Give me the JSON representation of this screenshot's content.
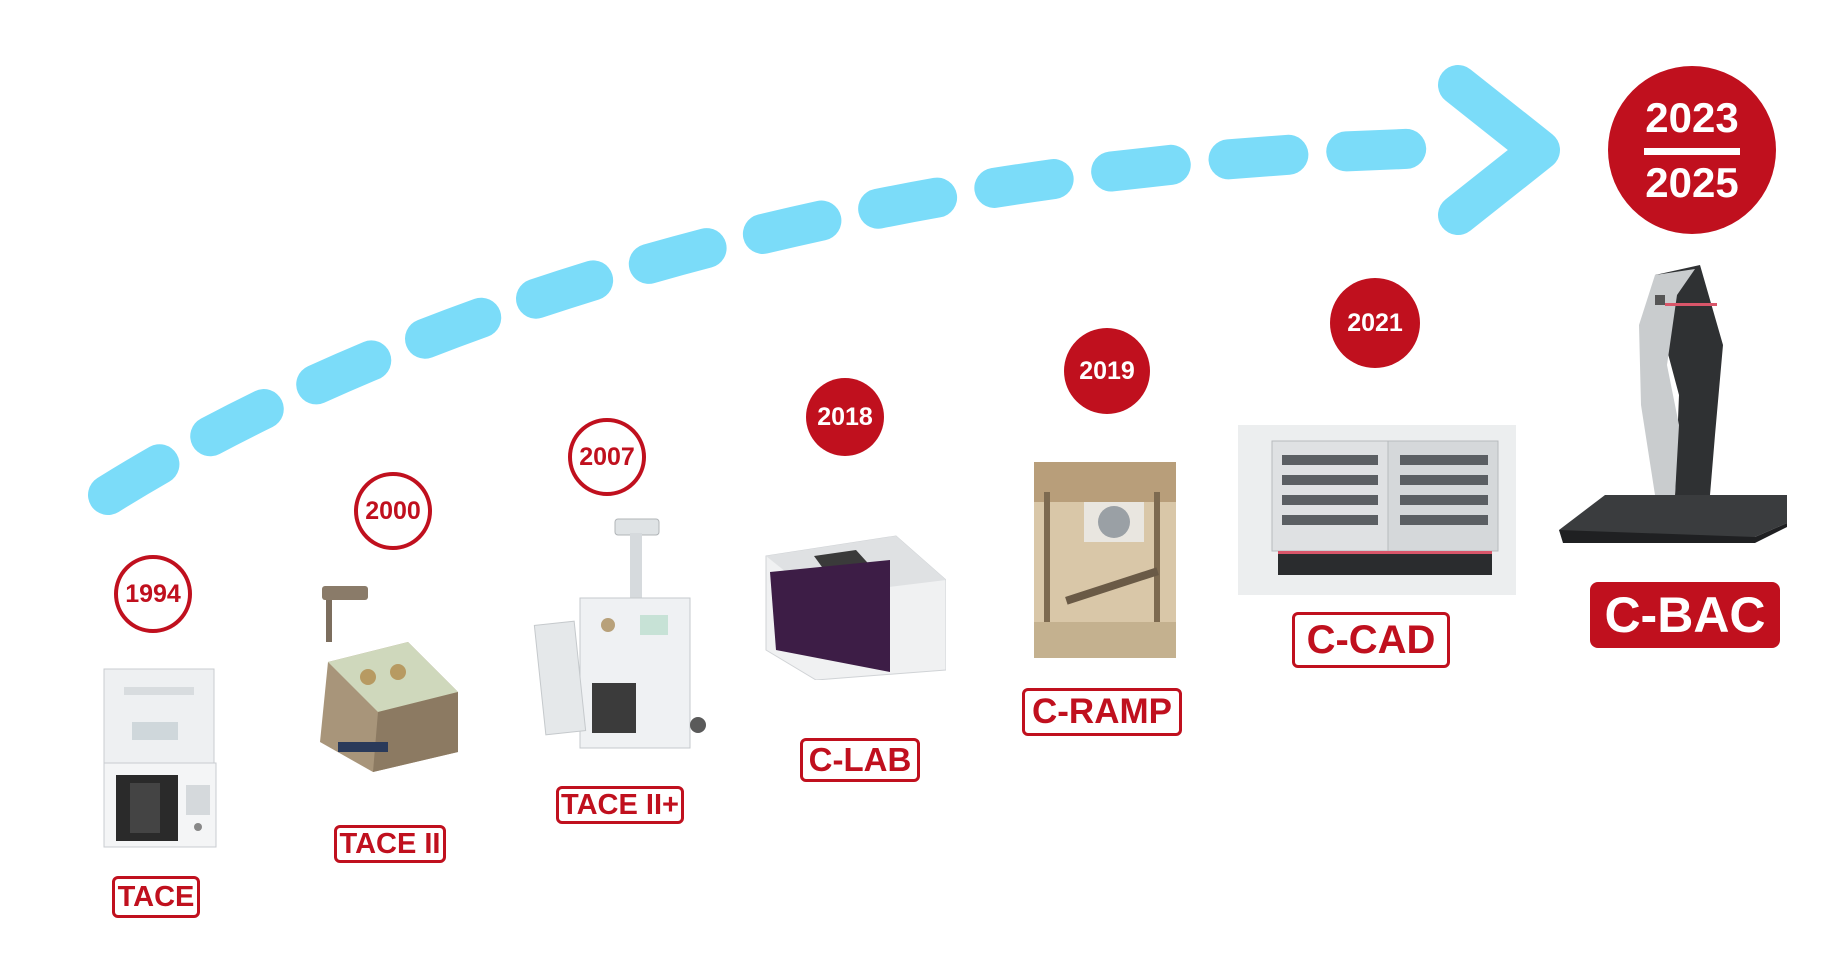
{
  "colors": {
    "brand_red": "#c0101e",
    "arrow_blue": "#7bdcf9"
  },
  "timeline": [
    {
      "year": "1994",
      "name": "TACE",
      "image": "tace-device-photo"
    },
    {
      "year": "2000",
      "name": "TACE II",
      "image": "tace-ii-device-photo"
    },
    {
      "year": "2007",
      "name": "TACE II+",
      "image": "tace-ii-plus-device-photo"
    },
    {
      "year": "2018",
      "name": "C-LAB",
      "image": "c-lab-device-photo"
    },
    {
      "year": "2019",
      "name": "C-RAMP",
      "image": "c-ramp-device-photo"
    },
    {
      "year": "2021",
      "name": "C-CAD",
      "image": "c-cad-device-photo"
    }
  ],
  "final": {
    "year_start": "2023",
    "year_end": "2025",
    "name": "C-BAC",
    "image": "c-bac-device-photo"
  }
}
